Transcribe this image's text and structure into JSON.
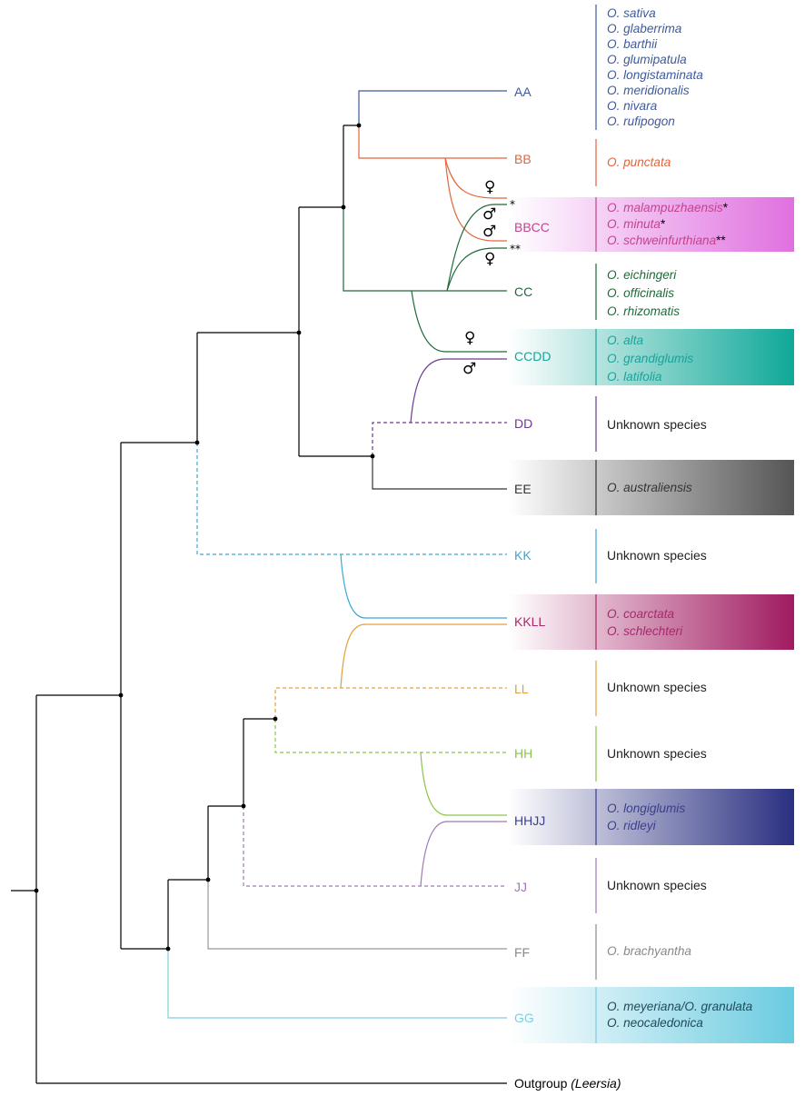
{
  "genomes": {
    "aa": "AA",
    "bb": "BB",
    "bbcc": "BBCC",
    "cc": "CC",
    "ccdd": "CCDD",
    "dd": "DD",
    "ee": "EE",
    "kk": "KK",
    "kkll": "KKLL",
    "ll": "LL",
    "hh": "HH",
    "hhjj": "HHJJ",
    "jj": "JJ",
    "ff": "FF",
    "gg": "GG",
    "outgroup": "Outgroup",
    "outgroup_genus": "(Leersia)"
  },
  "species": {
    "aa": [
      "O. sativa",
      "O. glaberrima",
      "O. barthii",
      "O. glumipatula",
      "O. longistaminata",
      "O. meridionalis",
      "O. nivara",
      "O. rufipogon"
    ],
    "bb": [
      "O. punctata"
    ],
    "bbcc": [
      "O. malampuzhaensis",
      "O. minuta",
      "O. schweinfurthiana"
    ],
    "bbcc_marks": [
      "*",
      "*",
      "**"
    ],
    "cc": [
      "O. eichingeri",
      "O. officinalis",
      "O. rhizomatis"
    ],
    "ccdd": [
      "O. alta",
      "O. grandiglumis",
      "O. latifolia"
    ],
    "ee": [
      "O. australiensis"
    ],
    "kkll": [
      "O. coarctata",
      "O. schlechteri"
    ],
    "hhjj": [
      "O. longiglumis",
      "O. ridleyi"
    ],
    "ff": [
      "O. brachyantha"
    ],
    "gg": [
      "O. meyeriana/O. granulata",
      "O. neocaledonica"
    ]
  },
  "unknown_label": "Unknown species",
  "symbols": {
    "female": "♀",
    "male": "♂"
  },
  "tree_marks": {
    "single": "*",
    "double": "**"
  },
  "colors": {
    "aa": "#3d5a9e",
    "bb": "#e2643a",
    "bbcc": "#c2448f",
    "cc": "#1f6b3a",
    "ccdd": "#1aa39a",
    "dd": "#6b3a8e",
    "ee": "#333333",
    "kk": "#3aa8d8",
    "kkll": "#a8286b",
    "ll": "#e2a03a",
    "hh": "#8bc34a",
    "hhjj": "#3a3f8e",
    "jj": "#9c7ab8",
    "ff": "#888888",
    "gg": "#7fcde0",
    "black": "#000000"
  }
}
